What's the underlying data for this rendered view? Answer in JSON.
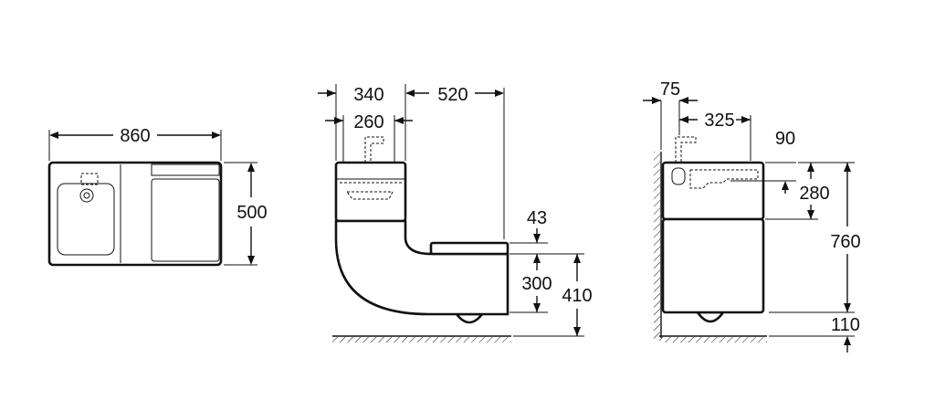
{
  "dimensions": {
    "top_view": {
      "width": "860",
      "depth": "500"
    },
    "side_view": {
      "basin_depth": "340",
      "basin_inner": "260",
      "pan_length": "520",
      "seat_thickness": "43",
      "seat_height": "300",
      "total_height": "410"
    },
    "front_view": {
      "wall_offset": "75",
      "tap_offset": "325",
      "basin_edge": "90",
      "basin_height": "280",
      "overall_height": "760",
      "floor_clearance": "110"
    }
  }
}
